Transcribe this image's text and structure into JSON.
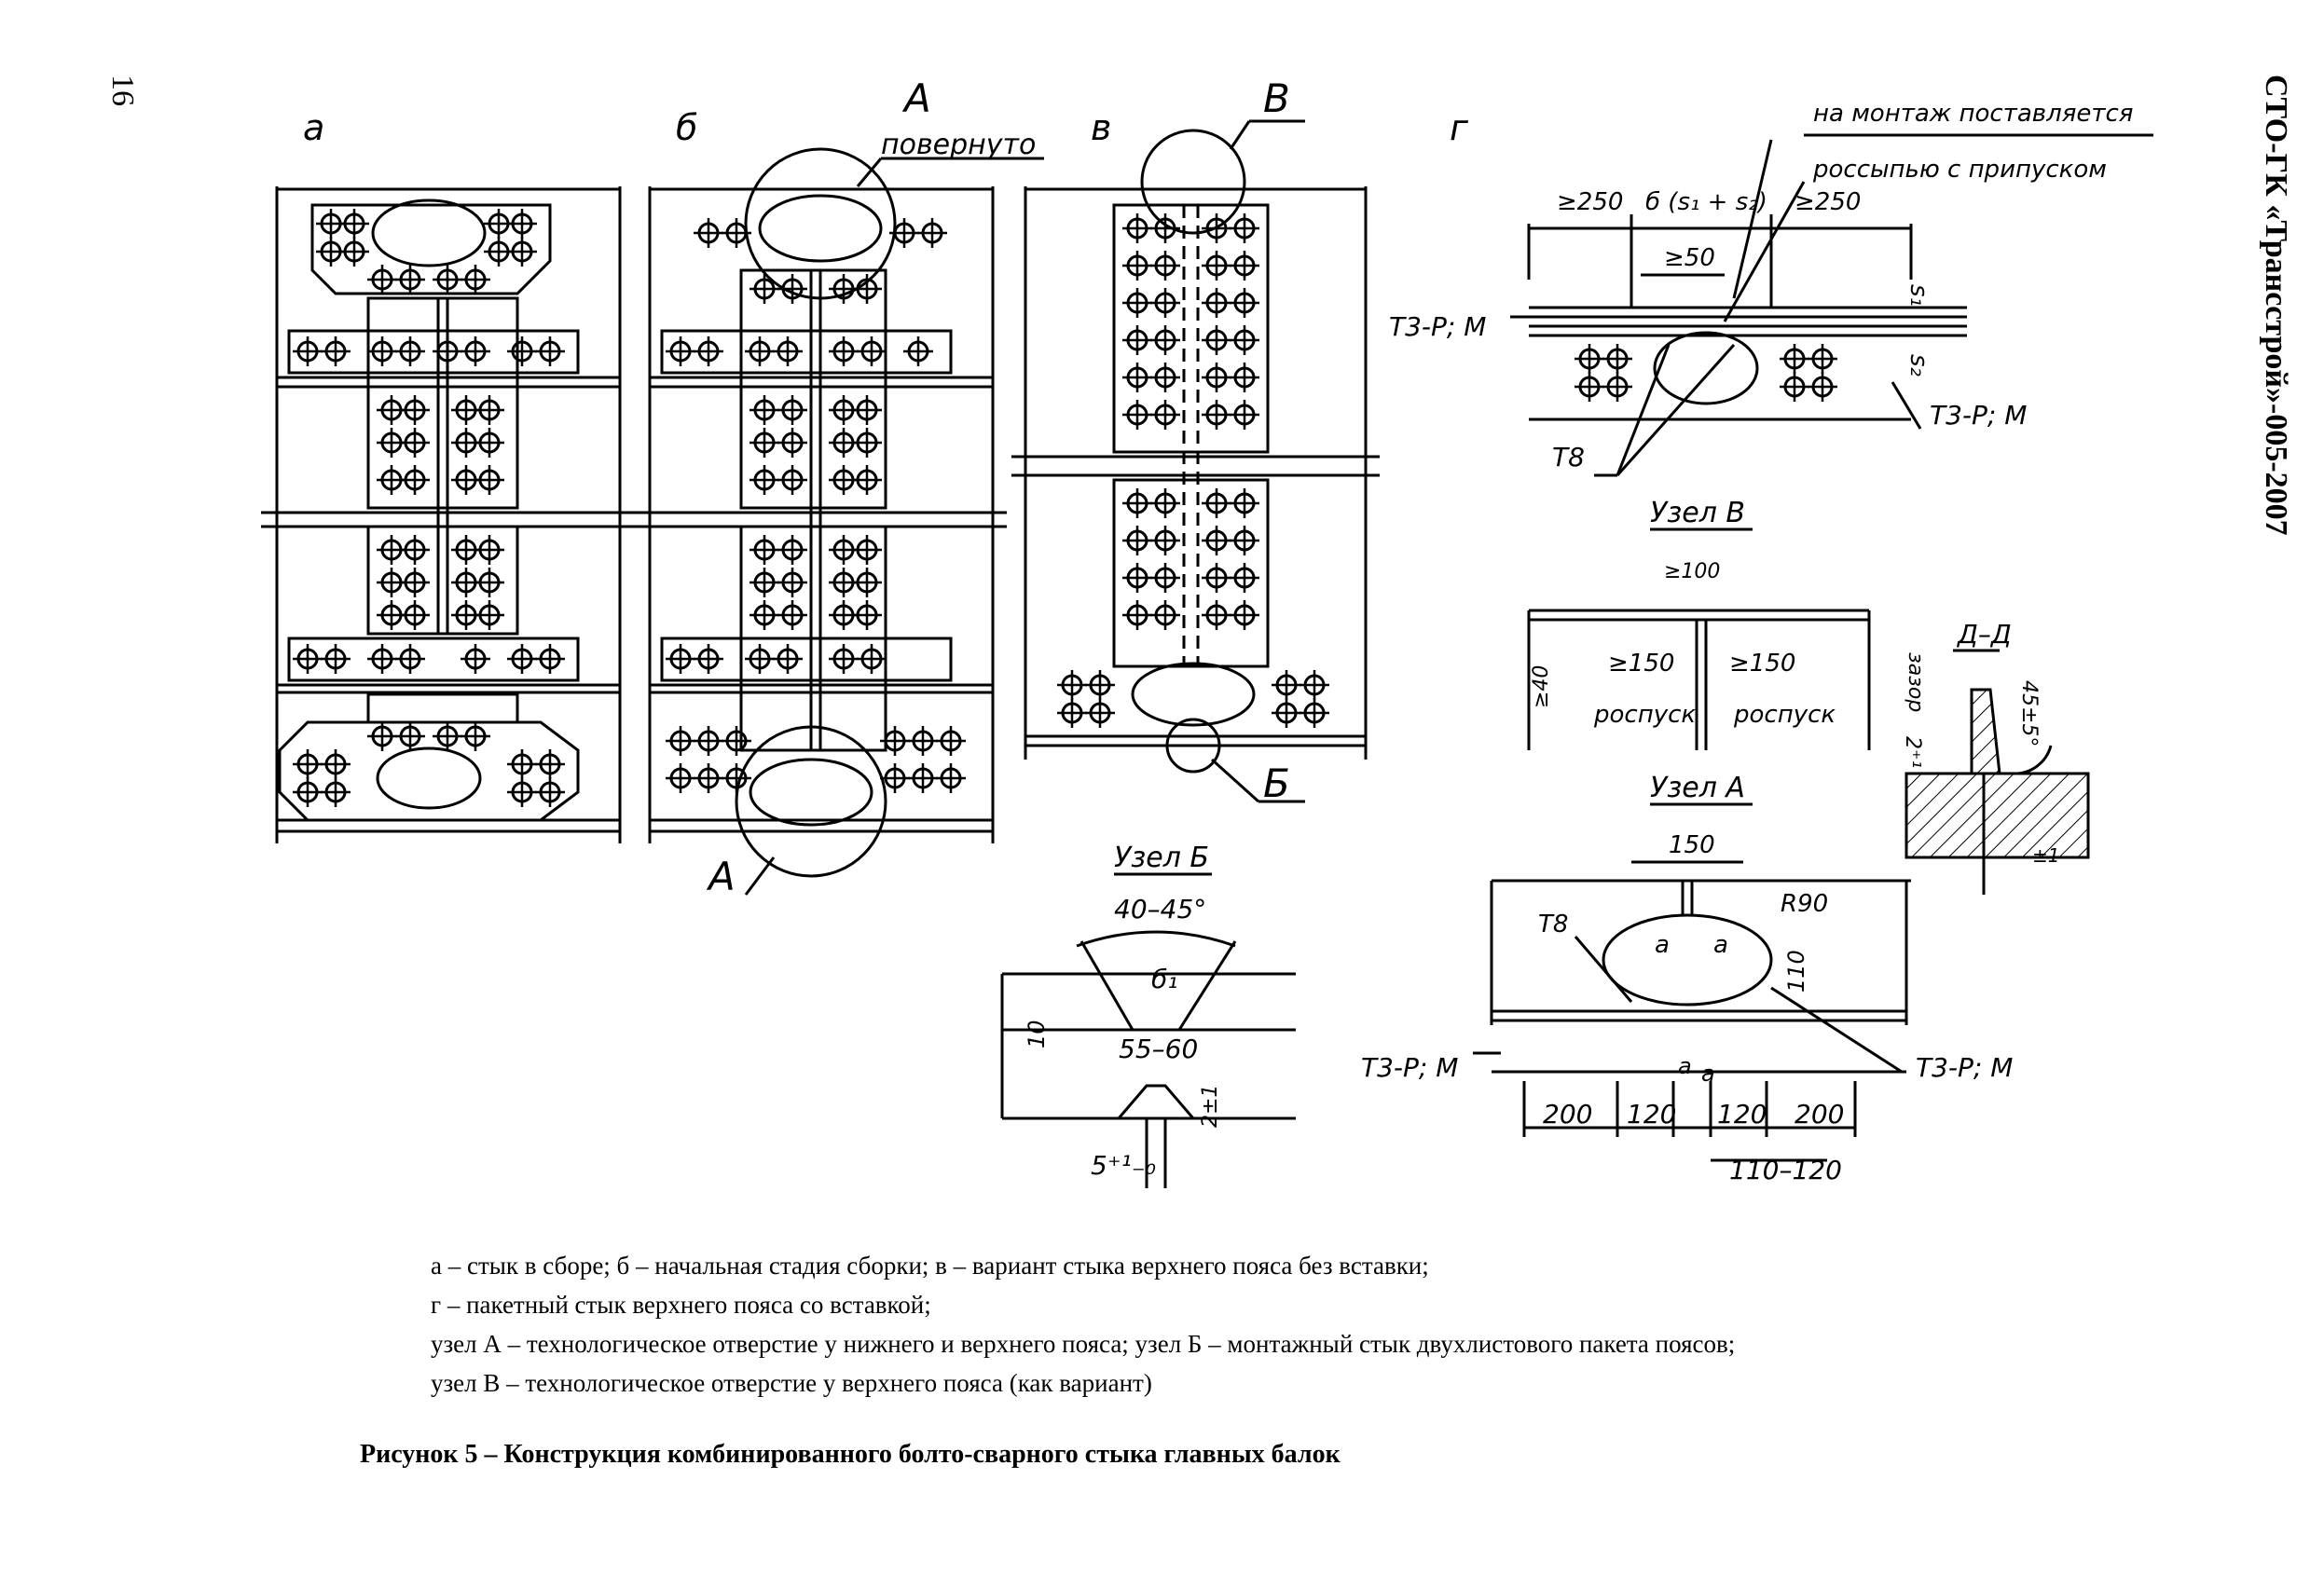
{
  "header": {
    "document_code": "СТО-ГК «Трансстрой»-005-2007"
  },
  "page": {
    "number": "16"
  },
  "panels": {
    "a": {
      "label": "а"
    },
    "b": {
      "label": "б",
      "callout": "А",
      "callout_note": "повернуто"
    },
    "v": {
      "label": "в",
      "callout_top": "В",
      "callout_bottom": "Б"
    },
    "g": {
      "label": "г",
      "note_line1": "на монтаж поставляется",
      "note_line2": "россыпью с припуском",
      "dim_left": "≥250",
      "dim_mid": "б (s₁ + s₂)",
      "dim_right": "≥250",
      "dim_50": "≥50",
      "s1": "s₁",
      "s2": "s₂",
      "weld_left": "Т3-Р; М",
      "weld_right": "Т3-Р; М",
      "weld_t8": "Т8"
    }
  },
  "bottom_callout": "А",
  "node_b": {
    "title": "Узел Б",
    "angle": "40–45°",
    "dim_10": "10",
    "dim_55_60": "55–60",
    "gap": "5⁺¹₋₀",
    "dim_2": "2±1",
    "s_label": "б₁"
  },
  "node_v": {
    "title": "Узел В",
    "dim_100": "≥100",
    "dim_150_left": "≥150",
    "dim_150_right": "≥150",
    "dim_40": "≥40",
    "rospusk_left": "роспуск",
    "rospusk_right": "роспуск"
  },
  "section": {
    "title": "Д–Д",
    "gap_label": "зазор",
    "gap_value": "2⁺¹",
    "bevel": "45±5°",
    "small": "±1"
  },
  "node_a": {
    "title": "Узел А",
    "dim_150": "150",
    "r90": "R90",
    "t8": "Т8",
    "a_left": "a",
    "a_right": "a",
    "dim_110": "110",
    "weld_left": "Т3-Р; М",
    "weld_right": "Т3-Р; М",
    "dims": [
      "200",
      "120",
      "120",
      "200"
    ],
    "a_mid_left": "a",
    "a_mid_right": "a",
    "dim_bottom": "110–120"
  },
  "caption": {
    "line1": "а – стык в сборе; б – начальная стадия сборки; в – вариант стыка верхнего пояса без вставки;",
    "line2": "г – пакетный стык верхнего пояса со вставкой;",
    "line3": "узел А – технологическое отверстие у нижнего и верхнего пояса; узел Б – монтажный стык двухлистового пакета поясов;",
    "line4": "узел В – технологическое отверстие у верхнего пояса (как вариант)"
  },
  "figure_title": "Рисунок 5 – Конструкция комбинированного болто-сварного стыка главных балок"
}
